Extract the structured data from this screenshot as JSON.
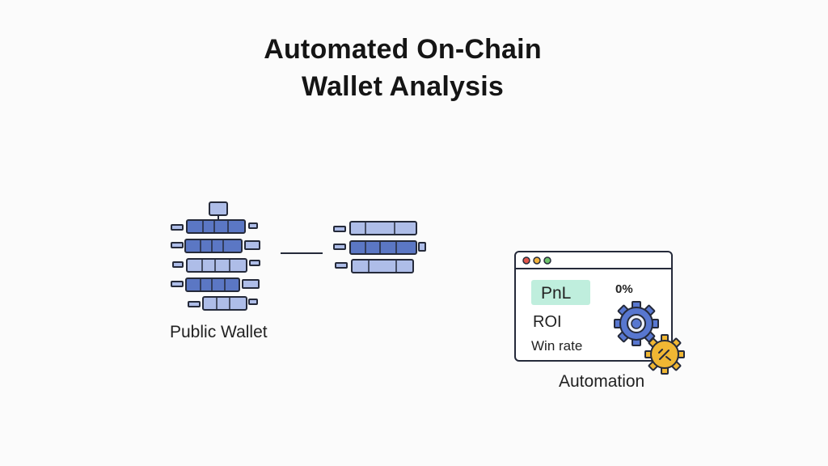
{
  "title": {
    "line1": "Automated On-Chain",
    "line2": "Wallet Analysis"
  },
  "wallet": {
    "label": "Public Wallet"
  },
  "automation": {
    "label": "Automation",
    "window_dots": [
      "#e2564b",
      "#f2b23c",
      "#6cc26a"
    ],
    "metrics": {
      "pnl_label": "PnL",
      "pnl_value": "0%",
      "roi_label": "ROI",
      "win_rate_label": "Win rate"
    }
  },
  "colors": {
    "blue_dark": "#5b77c4",
    "blue_light": "#aebde8",
    "outline": "#252a3a",
    "pnl_highlight": "#bfeedd",
    "gear_blue": "#5877d0",
    "gear_yellow": "#f0b733"
  }
}
